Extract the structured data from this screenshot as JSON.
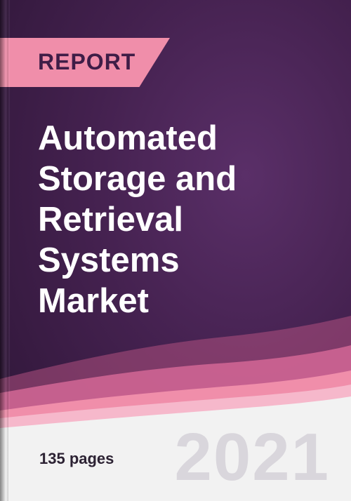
{
  "badge": {
    "label": "REPORT"
  },
  "title_lines": [
    "Automated",
    "Storage and",
    "Retrieval",
    "Systems",
    "Market"
  ],
  "footer": {
    "pages": "135 pages",
    "year": "2021"
  },
  "colors": {
    "background": "#44214f",
    "accent_pink": "#f08eaa",
    "badge_text": "#3f1d47",
    "title_text": "#ffffff",
    "footer_bg": "#f2f2f2",
    "year_text": "#d9d6dc"
  }
}
